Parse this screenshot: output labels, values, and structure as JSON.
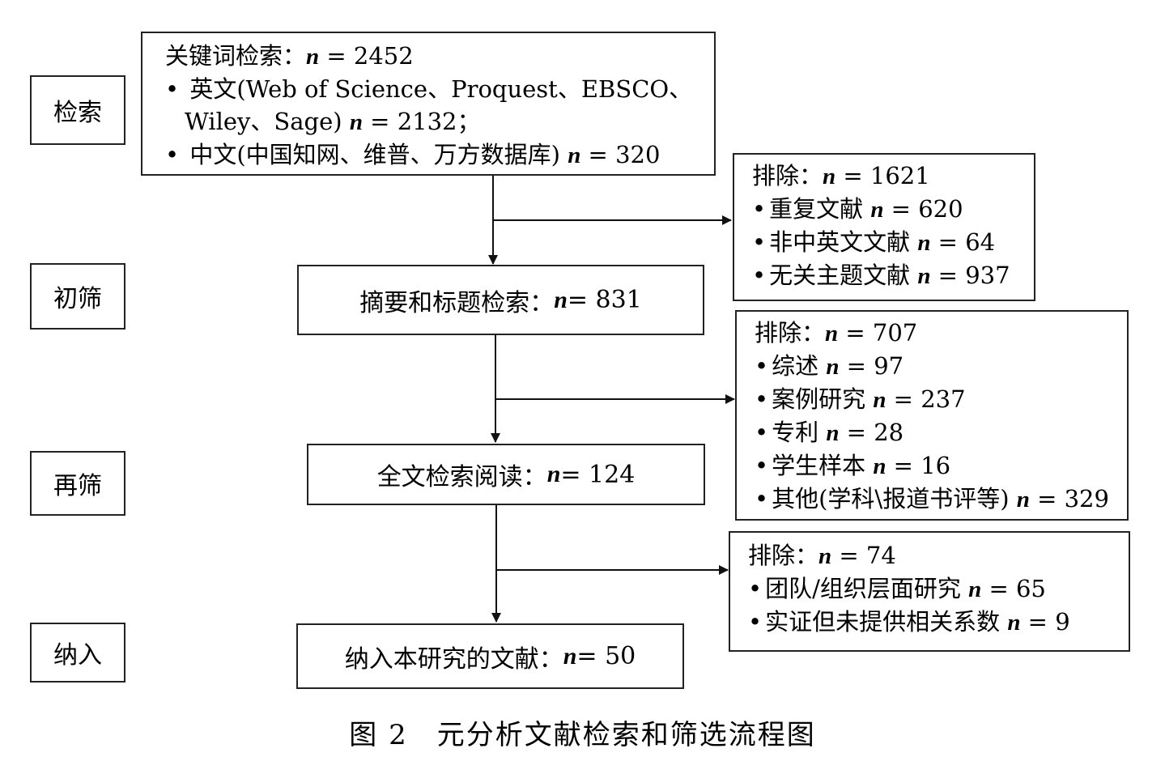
{
  "stages": {
    "search": "检索",
    "screen1": "初筛",
    "screen2": "再筛",
    "include": "纳入"
  },
  "n_symbol": "n",
  "search_box": {
    "title_prefix": "关键词检索：",
    "title_value": " = 2452",
    "line1": "英文(Web of Science、Proquest、EBSCO、",
    "line2_text": "Wiley、Sage) ",
    "line2_value": " = 2132；",
    "line3_text": "中文(中国知网、维普、万方数据库) ",
    "line3_value": " = 320"
  },
  "exclude1": {
    "title_prefix": "排除：",
    "title_value": " = 1621",
    "items": [
      {
        "label": "重复文献 ",
        "value": " = 620"
      },
      {
        "label": "非中英文文献 ",
        "value": " = 64"
      },
      {
        "label": "无关主题文献 ",
        "value": " = 937"
      }
    ]
  },
  "abstract_box": {
    "label": "摘要和标题检索：",
    "value": " = 831"
  },
  "exclude2": {
    "title_prefix": "排除：",
    "title_value": " = 707",
    "items": [
      {
        "label": "综述 ",
        "value": " = 97"
      },
      {
        "label": "案例研究 ",
        "value": " = 237"
      },
      {
        "label": "专利 ",
        "value": " = 28"
      },
      {
        "label": "学生样本 ",
        "value": " = 16"
      },
      {
        "label": "其他(学科\\报道书评等) ",
        "value": " = 329"
      }
    ]
  },
  "fulltext_box": {
    "label": "全文检索阅读：",
    "value": " = 124"
  },
  "exclude3": {
    "title_prefix": "排除：",
    "title_value": " = 74",
    "items": [
      {
        "label": "团队/组织层面研究 ",
        "value": " = 65"
      },
      {
        "label": "实证但未提供相关系数 ",
        "value": " = 9"
      }
    ]
  },
  "final_box": {
    "label": "纳入本研究的文献：",
    "value": " = 50"
  },
  "caption": {
    "figure_no": "图 2",
    "title": "元分析文献检索和筛选流程图"
  }
}
